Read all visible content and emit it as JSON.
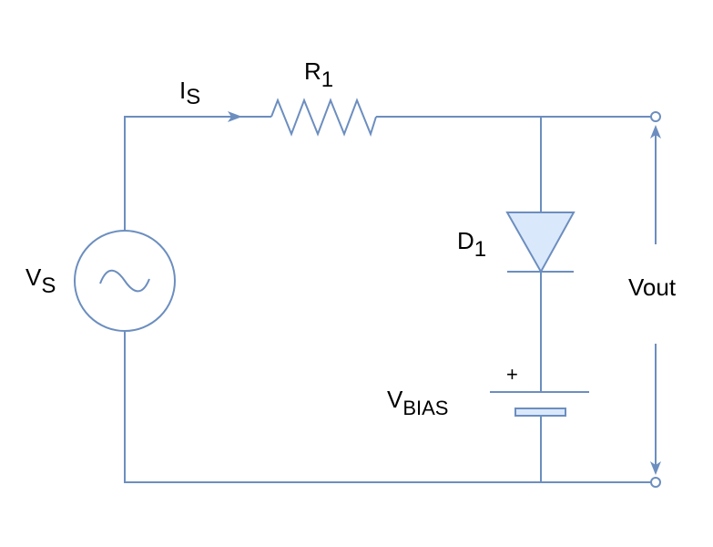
{
  "colors": {
    "wire": "#6c8ebf",
    "fill": "#dae8fc",
    "text": "#000000"
  },
  "labels": {
    "is": {
      "main": "I",
      "sub": "S"
    },
    "r1": {
      "main": "R",
      "sub": "1"
    },
    "vs": {
      "main": "V",
      "sub": "S"
    },
    "d1": {
      "main": "D",
      "sub": "1"
    },
    "vbias": {
      "main": "V",
      "sub": "BIAS"
    },
    "plus": "+",
    "vout": "Vout"
  },
  "components": [
    {
      "id": "Vs",
      "type": "ac-voltage-source",
      "icon": "sine-wave-icon"
    },
    {
      "id": "R1",
      "type": "resistor"
    },
    {
      "id": "D1",
      "type": "diode"
    },
    {
      "id": "VBIAS",
      "type": "dc-battery"
    }
  ]
}
